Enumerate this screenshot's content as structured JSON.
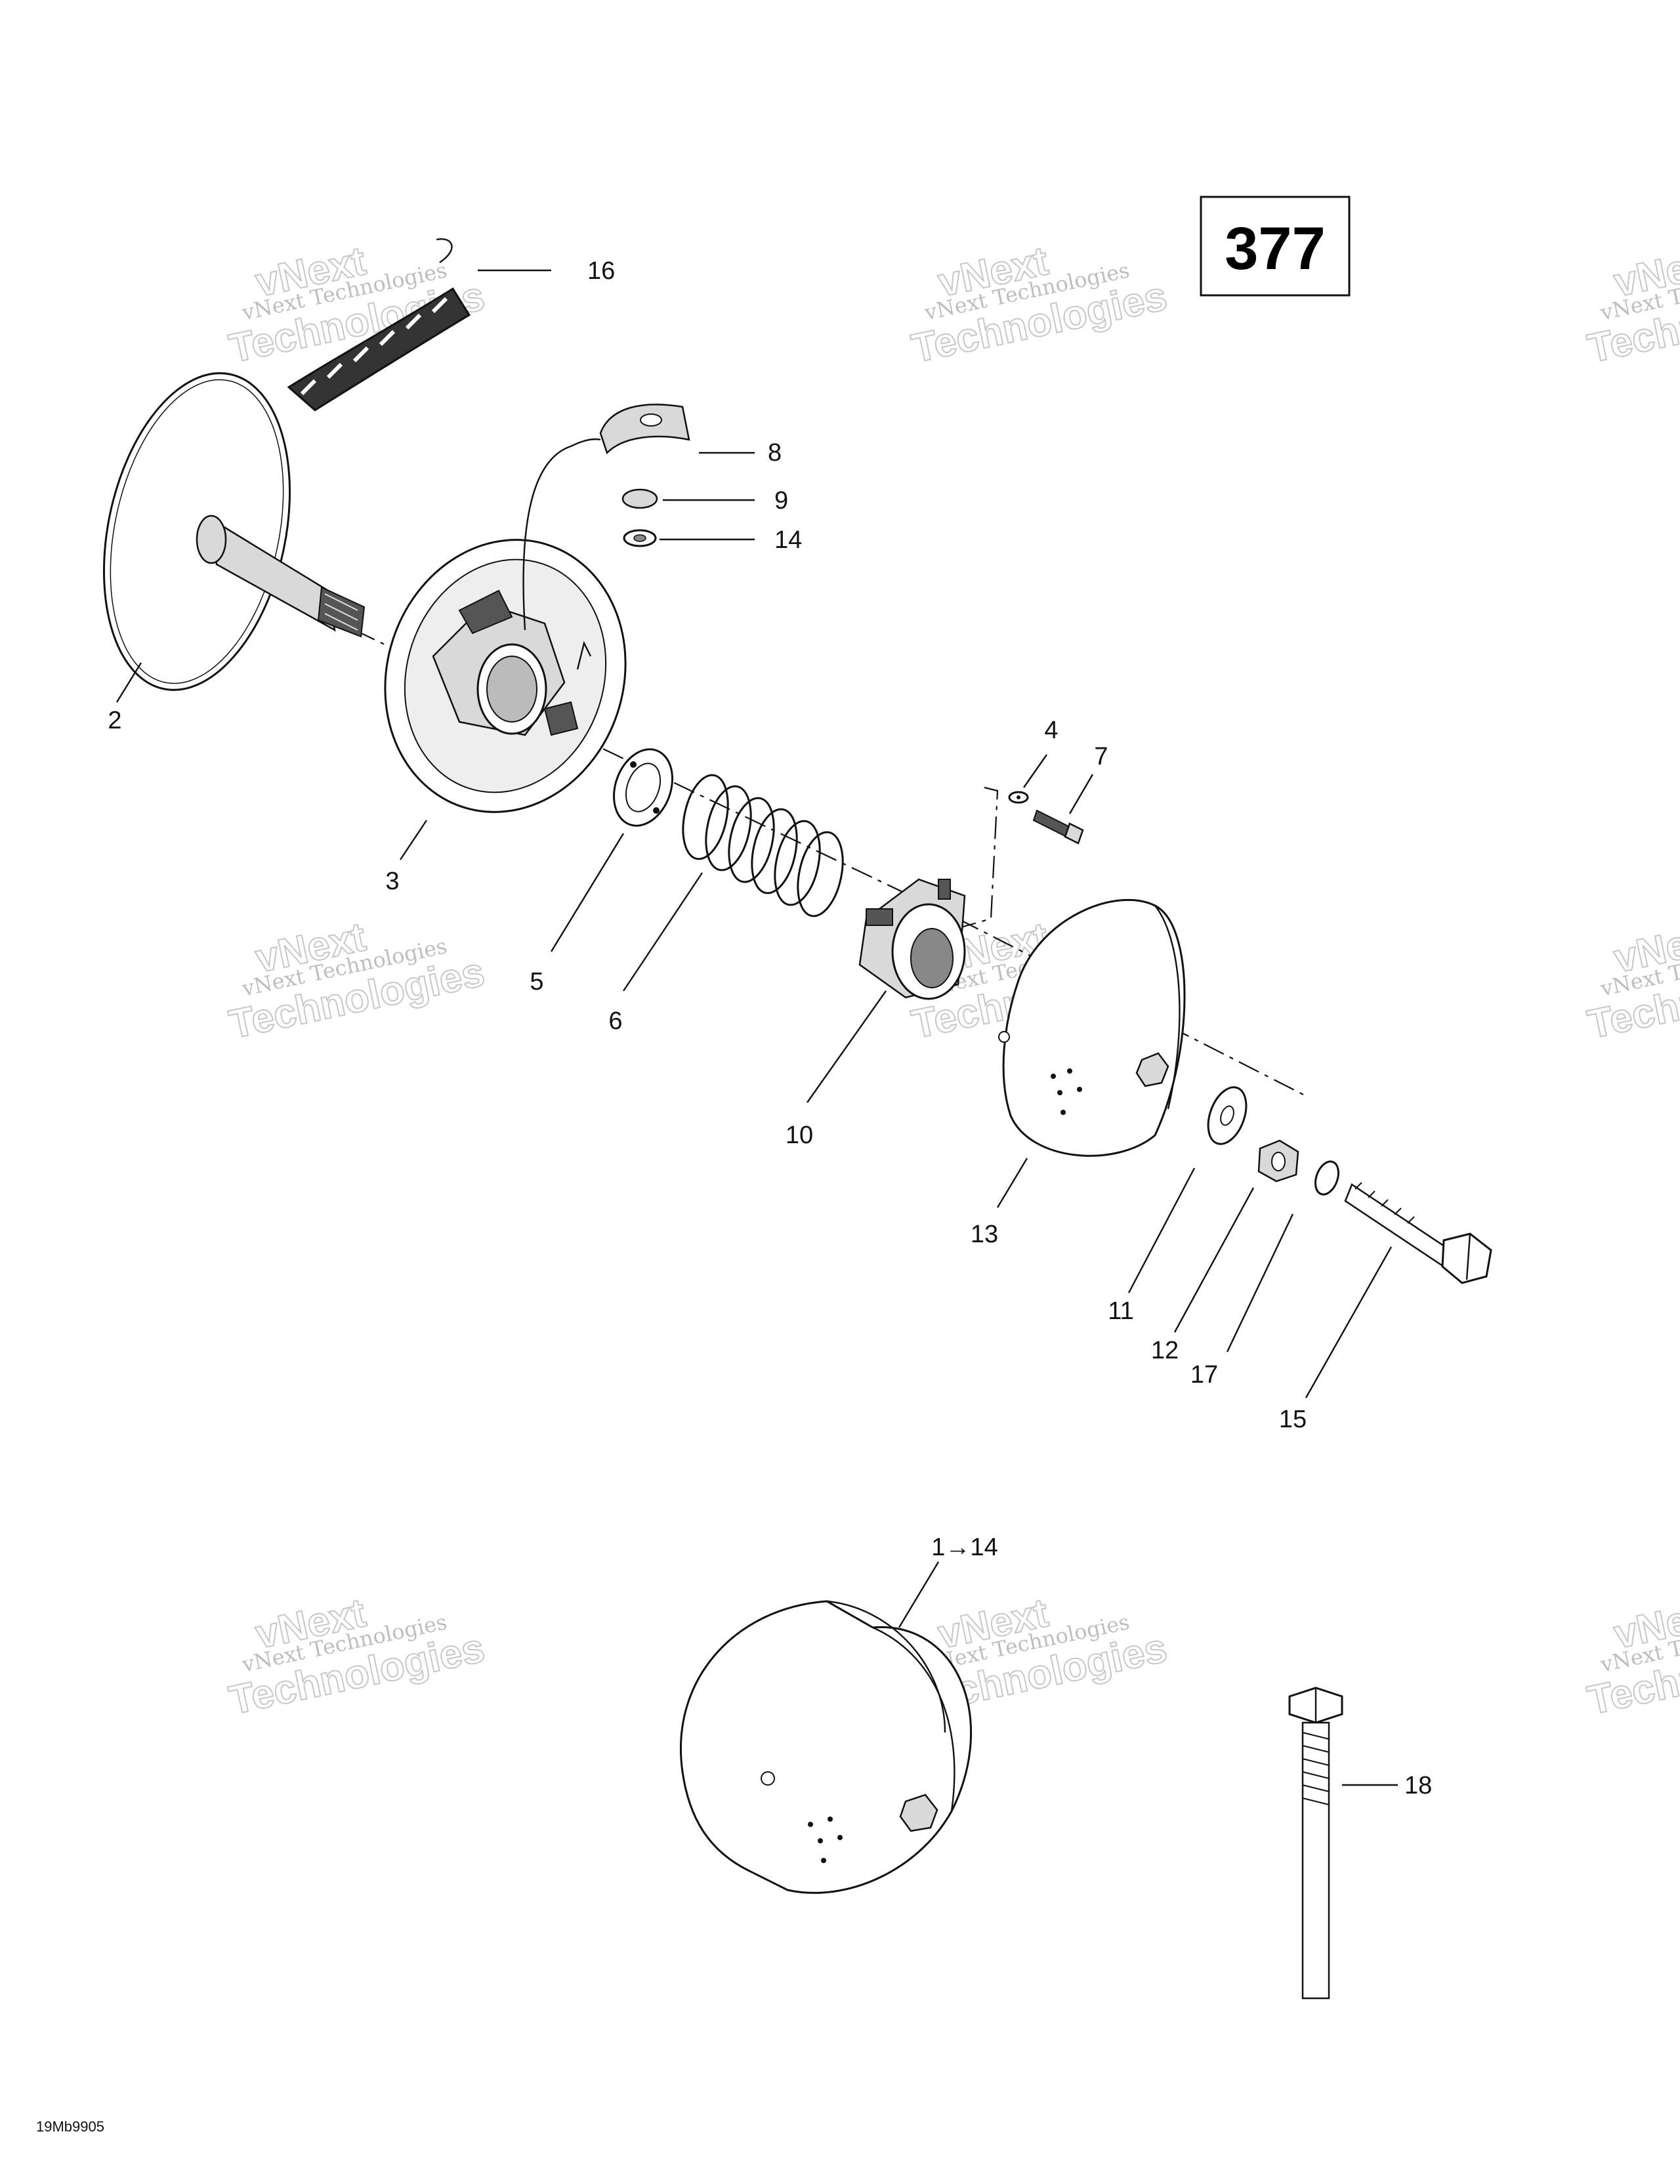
{
  "page_number": "377",
  "drawing_code": "19Mb9905",
  "watermark": {
    "line1": "vNext Technologies",
    "line2": "vNext",
    "line3": "Technologies"
  },
  "callouts": {
    "c1": "1→14",
    "c2": "2",
    "c3": "3",
    "c4": "4",
    "c5": "5",
    "c6": "6",
    "c7": "7",
    "c8": "8",
    "c9": "9",
    "c10": "10",
    "c11": "11",
    "c12": "12",
    "c13": "13",
    "c14": "14",
    "c15": "15",
    "c16": "16",
    "c17": "17",
    "c18": "18"
  }
}
